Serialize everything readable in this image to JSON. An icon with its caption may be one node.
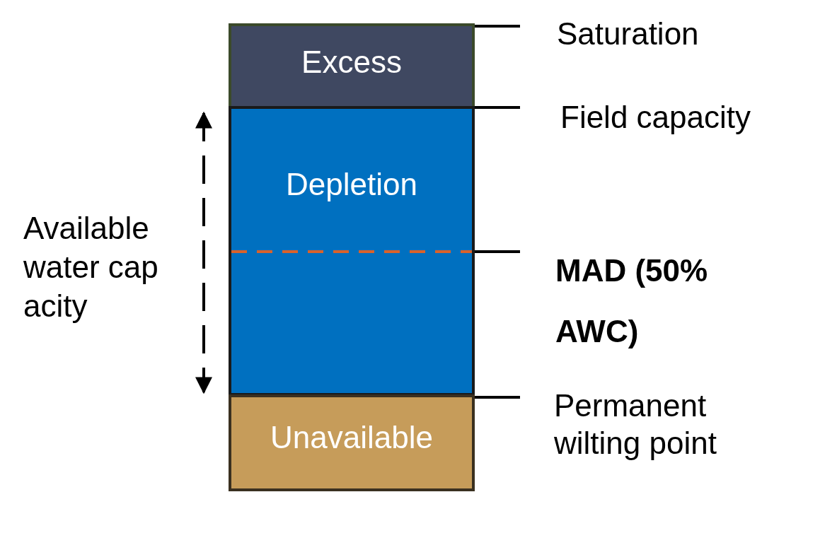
{
  "diagram": {
    "nodes": [
      {
        "text": [
          "Excess"
        ]
      },
      {
        "text": [
          "Depletion"
        ]
      },
      {
        "text": [
          "Unavailable"
        ]
      }
    ],
    "edges": [],
    "labels": [
      "Saturation",
      "Field capacity",
      "Available water capacity",
      "MAD (50% AWC)",
      "Permanent wilting point"
    ]
  }
}
